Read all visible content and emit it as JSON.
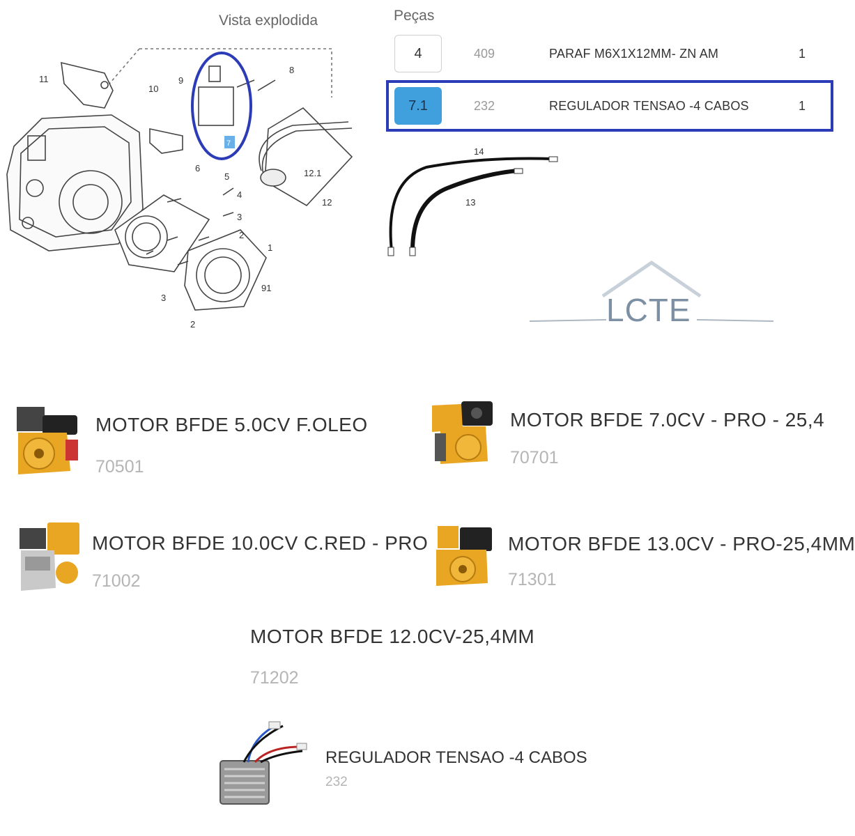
{
  "diagram": {
    "title": "Vista explodida",
    "callouts": [
      "11",
      "10",
      "9",
      "8",
      "7",
      "6",
      "5",
      "4",
      "3",
      "2",
      "1",
      "91",
      "12.1",
      "12",
      "14",
      "13",
      "3",
      "2"
    ],
    "logo_text": "LCTE"
  },
  "parts": {
    "title": "Peças",
    "rows": [
      {
        "qty_label": "4",
        "code": "409",
        "description": "PARAF M6X1X12MM- ZN AM",
        "amount": "1",
        "selected": false
      },
      {
        "qty_label": "7.1",
        "code": "232",
        "description": "REGULADOR TENSAO -4 CABOS",
        "amount": "1",
        "selected": true
      }
    ]
  },
  "products": [
    {
      "name": "MOTOR BFDE 5.0CV F.OLEO",
      "code": "70501",
      "thumb": "engine-icon"
    },
    {
      "name": "MOTOR BFDE 7.0CV - PRO - 25,4",
      "code": "70701",
      "thumb": "engine-icon"
    },
    {
      "name": "MOTOR BFDE 10.0CV C.RED - PRO",
      "code": "71002",
      "thumb": "engine-icon"
    },
    {
      "name": "MOTOR BFDE 13.0CV - PRO-25,4MM",
      "code": "71301",
      "thumb": "engine-icon"
    },
    {
      "name": "MOTOR BFDE 12.0CV-25,4MM",
      "code": "71202",
      "thumb": ""
    },
    {
      "name": "REGULADOR TENSAO -4 CABOS",
      "code": "232",
      "thumb": "voltage-regulator-icon"
    }
  ],
  "colors": {
    "accent": "#3fa0dd",
    "highlight": "#2c3cb6",
    "engine": "#e8a623"
  }
}
